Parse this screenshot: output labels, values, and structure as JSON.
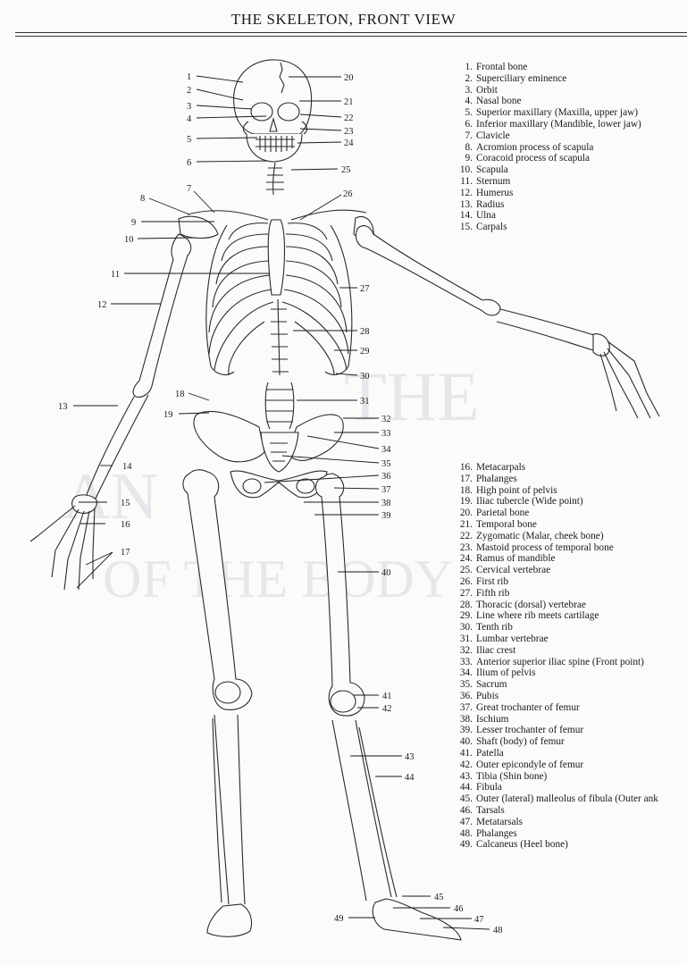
{
  "title": "THE SKELETON, FRONT VIEW",
  "legend": [
    {
      "num": "1.",
      "label": "Frontal bone"
    },
    {
      "num": "2.",
      "label": "Superciliary eminence"
    },
    {
      "num": "3.",
      "label": "Orbit"
    },
    {
      "num": "4.",
      "label": "Nasal bone"
    },
    {
      "num": "5.",
      "label": "Superior maxillary (Maxilla, upper jaw)"
    },
    {
      "num": "6.",
      "label": "Inferior maxillary (Mandible, lower jaw)"
    },
    {
      "num": "7.",
      "label": "Clavicle"
    },
    {
      "num": "8.",
      "label": "Acromion process of scapula"
    },
    {
      "num": "9.",
      "label": "Coracoid process of scapula"
    },
    {
      "num": "10.",
      "label": "Scapula"
    },
    {
      "num": "11.",
      "label": "Sternum"
    },
    {
      "num": "12.",
      "label": "Humerus"
    },
    {
      "num": "13.",
      "label": "Radius"
    },
    {
      "num": "14.",
      "label": "Ulna"
    },
    {
      "num": "15.",
      "label": "Carpals"
    },
    {
      "num": "16.",
      "label": "Metacarpals"
    },
    {
      "num": "17.",
      "label": "Phalanges"
    },
    {
      "num": "18.",
      "label": "High point of pelvis"
    },
    {
      "num": "19.",
      "label": "Iliac tubercle (Wide point)"
    },
    {
      "num": "20.",
      "label": "Parietal bone"
    },
    {
      "num": "21.",
      "label": "Temporal bone"
    },
    {
      "num": "22.",
      "label": "Zygomatic (Malar, cheek bone)"
    },
    {
      "num": "23.",
      "label": "Mastoid process of temporal bone"
    },
    {
      "num": "24.",
      "label": "Ramus of mandible"
    },
    {
      "num": "25.",
      "label": "Cervical vertebrae"
    },
    {
      "num": "26.",
      "label": "First rib"
    },
    {
      "num": "27.",
      "label": "Fifth rib"
    },
    {
      "num": "28.",
      "label": "Thoracic (dorsal) vertebrae"
    },
    {
      "num": "29.",
      "label": "Line where rib meets cartilage"
    },
    {
      "num": "30.",
      "label": "Tenth rib"
    },
    {
      "num": "31.",
      "label": "Lumbar vertebrae"
    },
    {
      "num": "32.",
      "label": "Iliac crest"
    },
    {
      "num": "33.",
      "label": "Anterior superior iliac spine (Front point)"
    },
    {
      "num": "34.",
      "label": "Ilium of pelvis"
    },
    {
      "num": "35.",
      "label": "Sacrum"
    },
    {
      "num": "36.",
      "label": "Pubis"
    },
    {
      "num": "37.",
      "label": "Great trochanter of femur"
    },
    {
      "num": "38.",
      "label": "Ischium"
    },
    {
      "num": "39.",
      "label": "Lesser trochanter of femur"
    },
    {
      "num": "40.",
      "label": "Shaft (body) of femur"
    },
    {
      "num": "41.",
      "label": "Patella"
    },
    {
      "num": "42.",
      "label": "Outer epicondyle of femur"
    },
    {
      "num": "43.",
      "label": "Tibia (Shin bone)"
    },
    {
      "num": "44.",
      "label": "Fibula"
    },
    {
      "num": "45.",
      "label": "Outer (lateral) malleolus of fibula (Outer ank"
    },
    {
      "num": "46.",
      "label": "Tarsals"
    },
    {
      "num": "47.",
      "label": "Metatarsals"
    },
    {
      "num": "48.",
      "label": "Phalanges"
    },
    {
      "num": "49.",
      "label": "Calcaneus (Heel bone)"
    }
  ],
  "watermark_lines": [
    "THE",
    "AN",
    "OF THE BODY"
  ]
}
